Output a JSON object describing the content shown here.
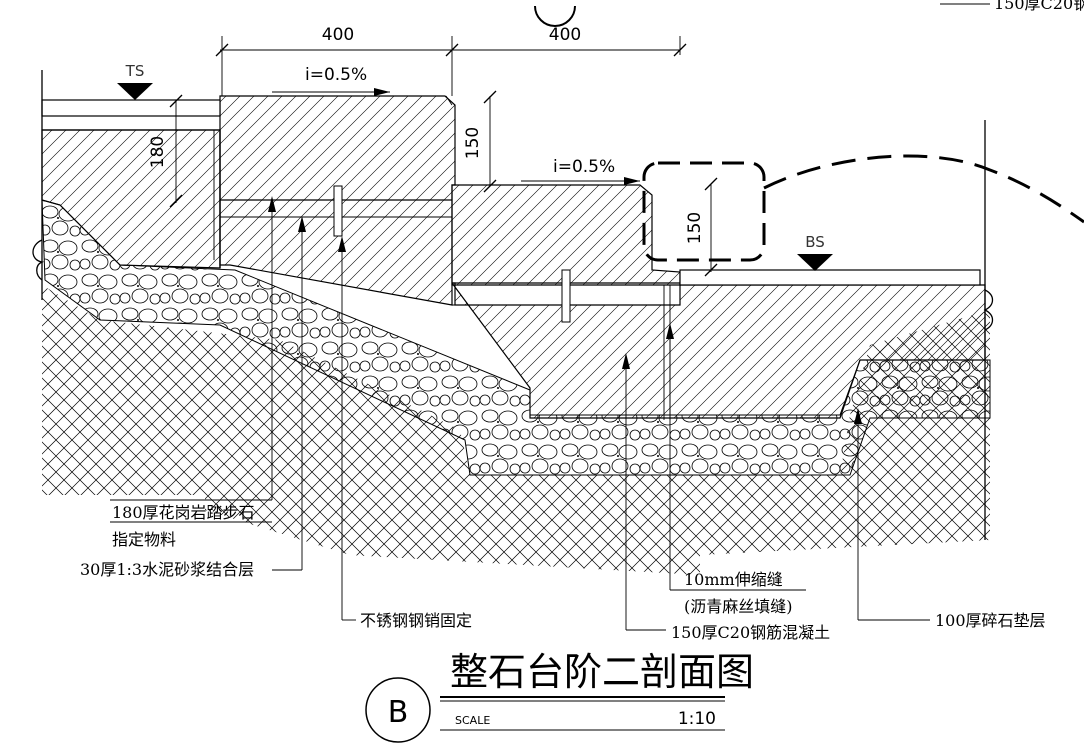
{
  "drawing": {
    "title": "整石台阶二剖面图",
    "badge": "B",
    "scale_label": "SCALE",
    "scale_value": "1:10",
    "corner_note": "150厚C20钢"
  },
  "dimensions": {
    "width_upper": "400",
    "width_lower": "400",
    "height_granite": "180",
    "rise_upper": "150",
    "rise_detail": "150",
    "slope_upper": "i=0.5%",
    "slope_lower": "i=0.5%"
  },
  "elevations": {
    "top": "TS",
    "bottom": "BS"
  },
  "annotations": {
    "granite_step": "180厚花岗岩踏步石",
    "specified_material": "指定物料",
    "mortar_layer": "30厚1:3水泥砂浆结合层",
    "steel_pin": "不锈钢钢销固定",
    "expansion_joint": "10mm伸缩缝",
    "joint_filler": "(沥青麻丝填缝)",
    "concrete": "150厚C20钢筋混凝土",
    "gravel": "100厚碎石垫层"
  }
}
